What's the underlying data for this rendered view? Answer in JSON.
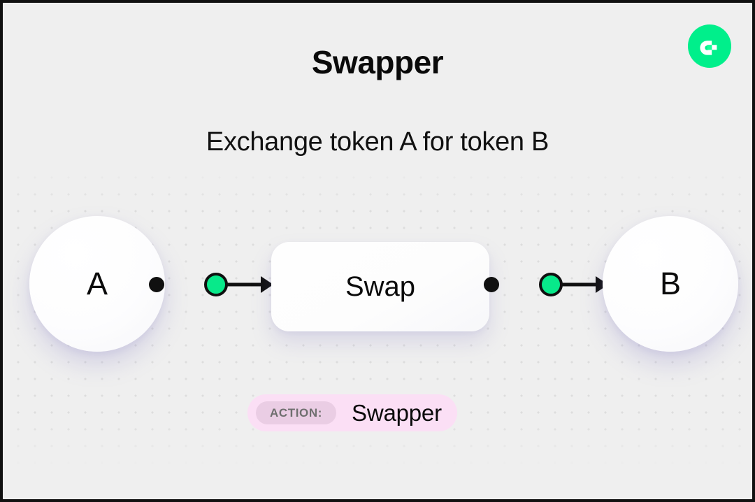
{
  "header": {
    "title": "Swapper",
    "subtitle": "Exchange token A for token B",
    "logo_icon": "flow-logo-icon"
  },
  "diagram": {
    "input_node": {
      "label": "A",
      "name": "token-a-node"
    },
    "process_node": {
      "label": "Swap",
      "name": "swap-card"
    },
    "output_node": {
      "label": "B",
      "name": "token-b-node"
    },
    "connectors": [
      {
        "name": "connector-a-to-swap",
        "from": "A",
        "to": "Swap"
      },
      {
        "name": "connector-swap-to-b",
        "from": "Swap",
        "to": "B"
      }
    ]
  },
  "action_badge": {
    "label": "ACTION:",
    "value": "Swapper"
  },
  "colors": {
    "accent_green": "#00EF8B",
    "background": "#EFEFEF",
    "dot_grid": "#DDDDDD",
    "badge_background": "#FBDFF5",
    "badge_chip": "#EACDE4",
    "badge_chip_text": "#6F6F6F",
    "text_primary": "#0A0A0A",
    "frame": "#111111"
  }
}
